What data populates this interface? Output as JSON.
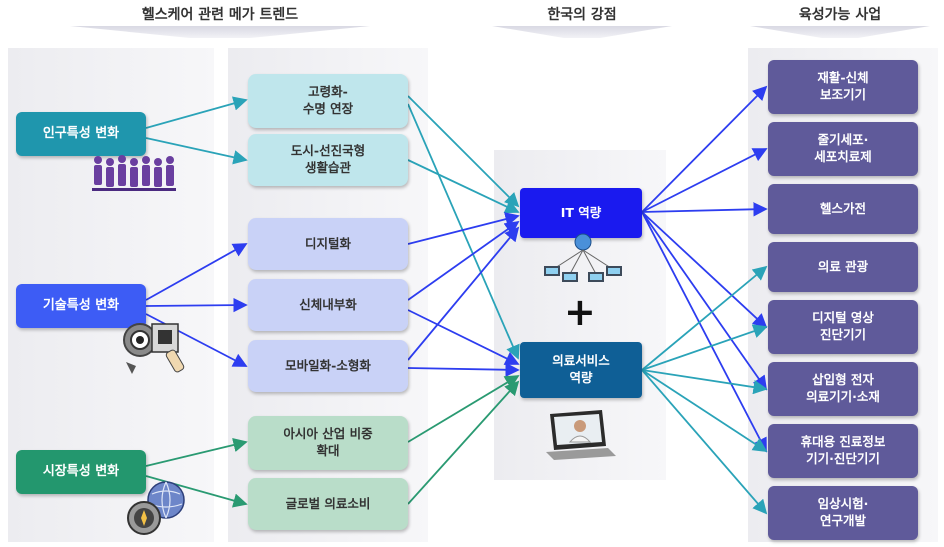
{
  "headers": {
    "trends": "헬스케어 관련 메가 트렌드",
    "strengths": "한국의 강점",
    "industries": "육성가능 사업"
  },
  "categories": [
    {
      "label": "인구특성 변화",
      "color": "#1f96ad"
    },
    {
      "label": "기술특성 변화",
      "color": "#3d5cf5"
    },
    {
      "label": "시장특성 변화",
      "color": "#23976e"
    }
  ],
  "trends": [
    {
      "label": "고령화-\n수명 연장",
      "color": "#bfe6ec"
    },
    {
      "label": "도시-선진국형\n생활습관",
      "color": "#bfe6ec"
    },
    {
      "label": "디지털화",
      "color": "#c9d2f7"
    },
    {
      "label": "신체내부화",
      "color": "#c9d2f7"
    },
    {
      "label": "모바일화-소형화",
      "color": "#c9d2f7"
    },
    {
      "label": "아시아 산업 비중\n확대",
      "color": "#b9ddc9"
    },
    {
      "label": "글로벌 의료소비",
      "color": "#b9ddc9"
    }
  ],
  "strengths": [
    {
      "label": "IT 역량",
      "color": "#1a1aef"
    },
    {
      "label": "의료서비스\n역량",
      "color": "#0f5f96"
    }
  ],
  "plus_sign": "+",
  "industries": [
    {
      "label": "재활-신체\n보조기기"
    },
    {
      "label": "줄기세포·\n세포치료제"
    },
    {
      "label": "헬스가전"
    },
    {
      "label": "의료 관광"
    },
    {
      "label": "디지털 영상\n진단기기"
    },
    {
      "label": "삽입형 전자\n의료기기·소재"
    },
    {
      "label": "휴대용 진료정보\n기기·진단기기"
    },
    {
      "label": "임상시험·\n연구개발"
    }
  ],
  "arrow_colors": {
    "teal": "#2aa3b8",
    "blue": "#2d3df0",
    "green": "#2a9a72"
  }
}
